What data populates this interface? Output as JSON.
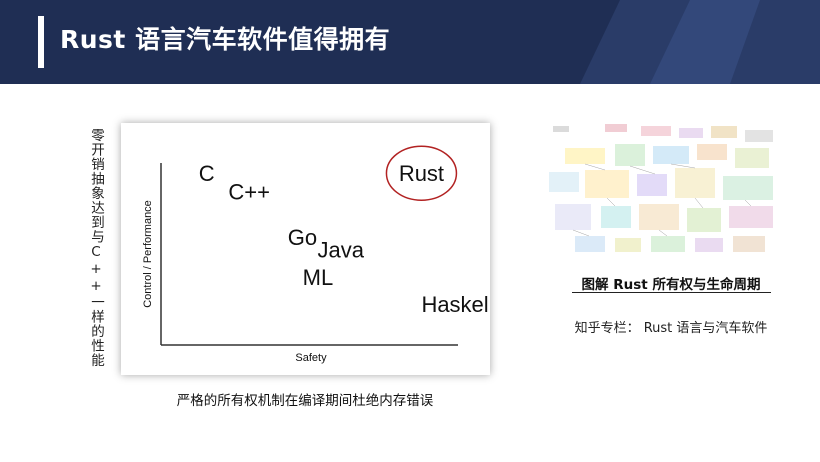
{
  "header": {
    "title": "Rust 语言汽车软件值得拥有",
    "colors": {
      "background": "#1f2e54",
      "text": "#ffffff"
    }
  },
  "left_caption": "零开销抽象达到与C++一样的性能",
  "chart_data": {
    "type": "scatter",
    "xlabel": "Safety",
    "ylabel": "Control / Performance",
    "points": [
      {
        "label": "C",
        "x": 1,
        "y": 9
      },
      {
        "label": "C++",
        "x": 2,
        "y": 8
      },
      {
        "label": "Go",
        "x": 4,
        "y": 5.5
      },
      {
        "label": "Java",
        "x": 5,
        "y": 4.8
      },
      {
        "label": "ML",
        "x": 4.5,
        "y": 3.3
      },
      {
        "label": "Haskell",
        "x": 8.5,
        "y": 1.8
      },
      {
        "label": "Rust",
        "x": 8.5,
        "y": 9,
        "highlighted": true
      }
    ],
    "highlight_color": "#b22222"
  },
  "chart_caption": "严格的所有权机制在编译期间杜绝内存错误",
  "diagram": {
    "title": "图解 Rust 所有权与生命周期",
    "source": "知乎专栏：  Rust 语言与汽车软件"
  }
}
